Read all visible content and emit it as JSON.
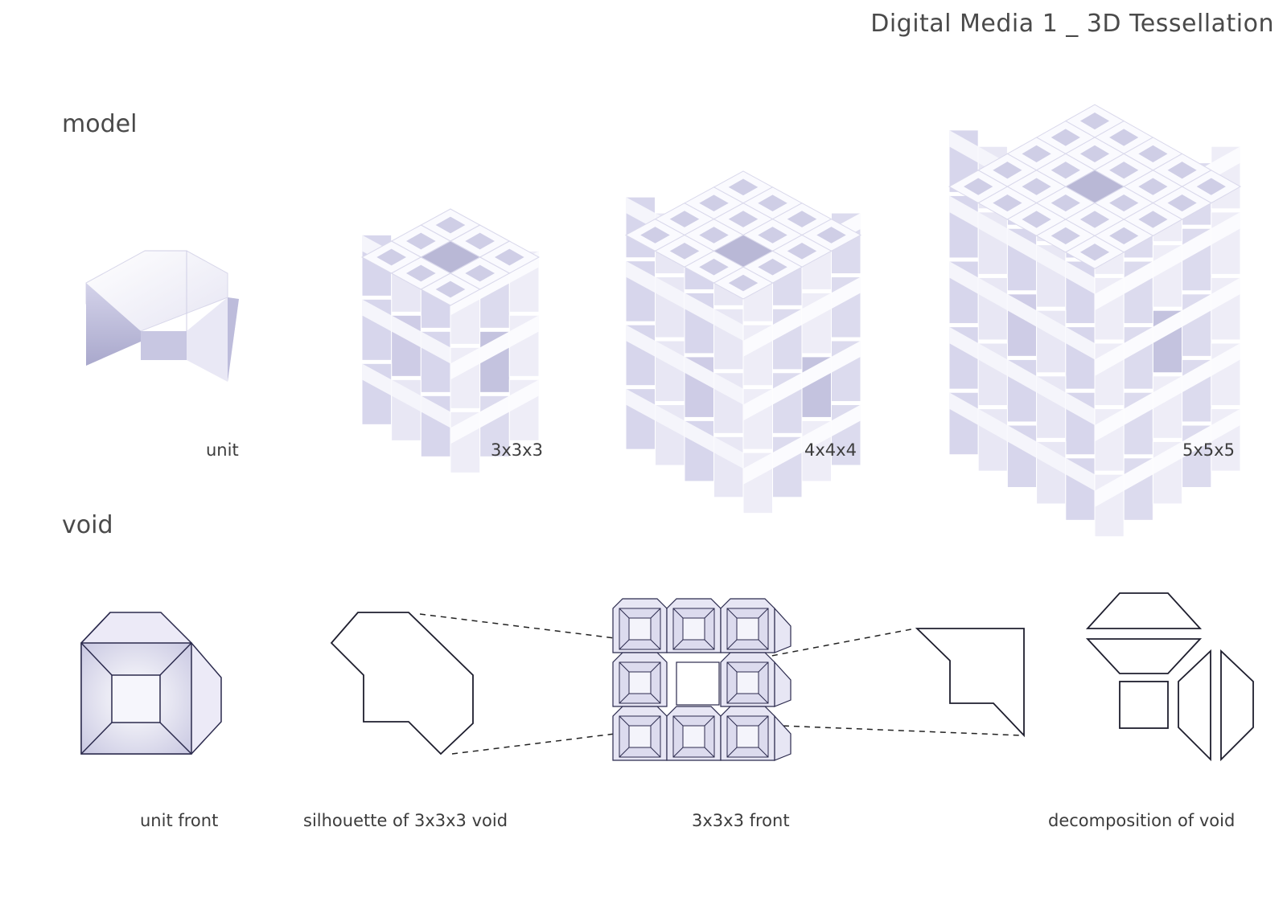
{
  "header": {
    "title": "Digital Media 1 _ 3D Tessellation"
  },
  "sections": {
    "model": "model",
    "void": "void"
  },
  "model_captions": {
    "unit": "unit",
    "c3": "3x3x3",
    "c4": "4x4x4",
    "c5": "5x5x5"
  },
  "void_captions": {
    "unit_front": "unit front",
    "silhouette": "silhouette  of 3x3x3 void",
    "front": "3x3x3 front",
    "decomposition": "decomposition of void"
  },
  "colors": {
    "face_light": "#f3f2fb",
    "face_mid": "#d9d8ec",
    "face_dark": "#b3b2d2",
    "line": "#2b2a4d",
    "text": "#3c3c3c"
  }
}
